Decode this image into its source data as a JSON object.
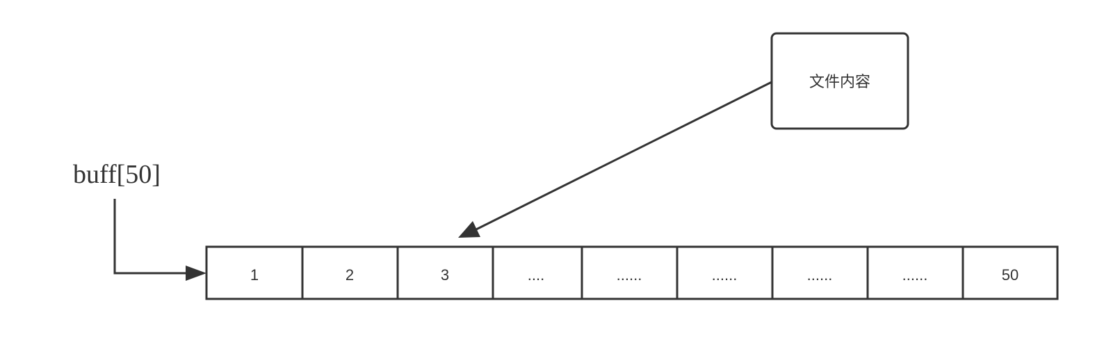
{
  "diagram": {
    "buffer_label": "buff[50]",
    "source_box_label": "文件内容",
    "cells": [
      "1",
      "2",
      "3",
      "....",
      "......",
      "......",
      "......",
      "......",
      "50"
    ]
  },
  "colors": {
    "stroke": "#333333",
    "background": "#ffffff"
  }
}
